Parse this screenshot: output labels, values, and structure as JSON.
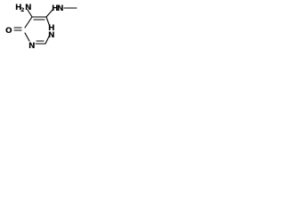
{
  "molecule": {
    "atoms": {
      "amino_n": "N",
      "amino_h": "H",
      "amino_h_count": "2",
      "methylamino_n": "N",
      "methylamino_h": "H",
      "carbonyl_o": "O",
      "ring_nh_h": "H",
      "ring_nh_n": "N",
      "ring_n": "N"
    },
    "colors": {
      "bond": "#000000",
      "label": "#000000",
      "background": "#ffffff"
    }
  }
}
